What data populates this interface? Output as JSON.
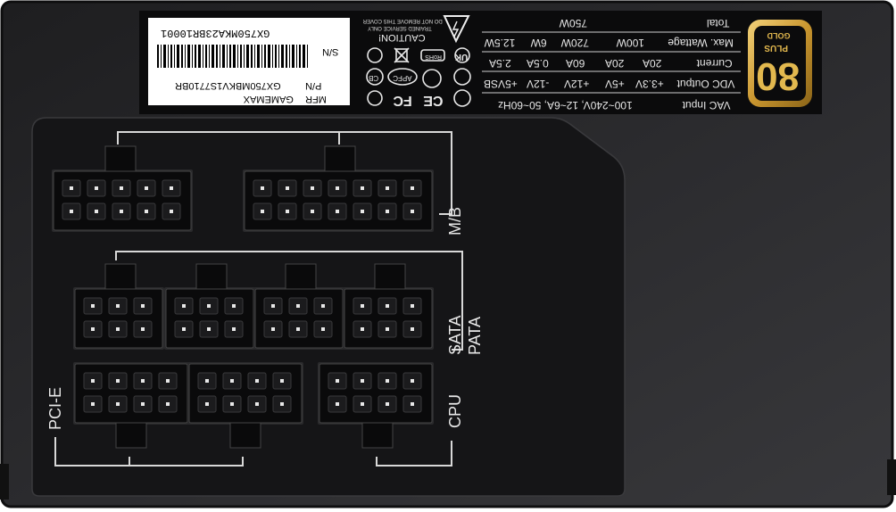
{
  "colors": {
    "body": "#2b2b2d",
    "panel": "#151517",
    "label": "#111111",
    "text": "#e8e8e8",
    "gold": "#d4a73a",
    "lines": "#d8d8d8"
  },
  "label_left": {
    "serial_label": "S/N",
    "serial_value": "GX750MKA23BR10001",
    "pn_label": "P/N",
    "pn_value": "GX750MBKV1S7710BR",
    "mfr_label": "MFR",
    "mfr_value": "GAMEMAX"
  },
  "caution": {
    "title": "CAUTION!",
    "line1": "DO NOT REMOVE THIS COVER",
    "line2": "TRAINED SERVICE ONLY"
  },
  "cert_marks": [
    "APFC",
    "CB",
    "CE",
    "FC",
    "RoHS",
    "UK"
  ],
  "spec_table": {
    "rows": [
      {
        "label": "VAC Input",
        "values": [
          "100~240V, 12~6A, 50~60Hz"
        ]
      },
      {
        "label": "VDC Output",
        "values": [
          "+3.3V",
          "+5V",
          "+12V",
          "-12V",
          "+5VSB"
        ]
      },
      {
        "label": "Current",
        "values": [
          "20A",
          "20A",
          "60A",
          "0.5A",
          "2.5A"
        ]
      },
      {
        "label": "Max. Wattage",
        "values": [
          "100W",
          "720W",
          "6W",
          "12.5W"
        ]
      },
      {
        "label": "Total",
        "values": [
          "750W"
        ]
      }
    ]
  },
  "badge": {
    "number": "80",
    "plus": "PLUS",
    "tier": "GOLD"
  },
  "connectors": {
    "mb": "M/B",
    "sata": "SATA",
    "pata": "PATA",
    "pcie": "PCI-E",
    "cpu": "CPU"
  }
}
